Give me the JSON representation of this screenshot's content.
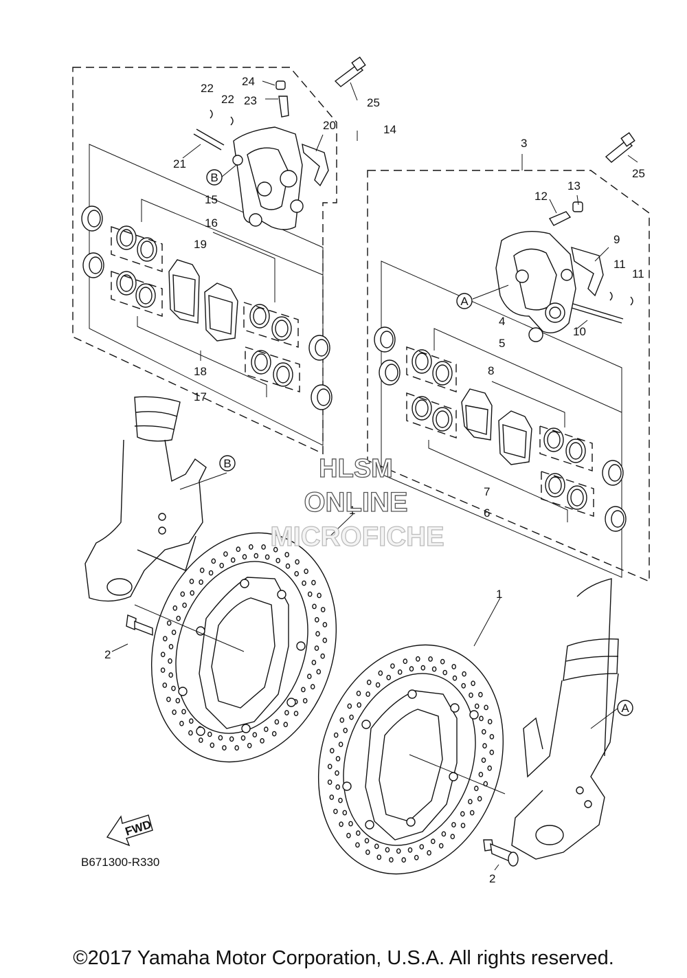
{
  "diagram": {
    "callouts": {
      "c1a": "1",
      "c1b": "1",
      "c2a": "2",
      "c2b": "2",
      "c3": "3",
      "c4": "4",
      "c5": "5",
      "c6": "6",
      "c7": "7",
      "c8": "8",
      "c9": "9",
      "c10": "10",
      "c11a": "11",
      "c11b": "11",
      "c12": "12",
      "c13": "13",
      "c14": "14",
      "c15": "15",
      "c16": "16",
      "c17": "17",
      "c18": "18",
      "c19": "19",
      "c20": "20",
      "c21": "21",
      "c22a": "22",
      "c22b": "22",
      "c23": "23",
      "c24": "24",
      "c25a": "25",
      "c25b": "25"
    },
    "markers": {
      "A1": "A",
      "A2": "A",
      "B1": "B",
      "B2": "B"
    },
    "fwd": "FWD",
    "ref_code": "B671300-R330",
    "watermark": {
      "line1": "HLSM",
      "line2": "ONLINE",
      "line3": "MICROFICHE"
    }
  },
  "footer": {
    "copyright": "©2017 Yamaha Motor Corporation, U.S.A. All rights reserved."
  }
}
